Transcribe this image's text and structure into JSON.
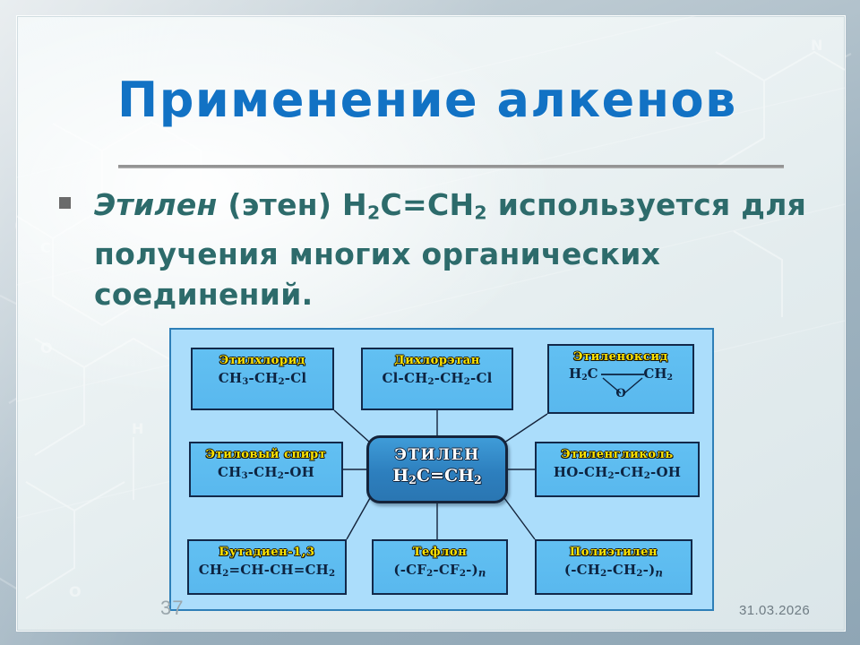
{
  "slide": {
    "title": "Применение алкенов",
    "bullet_marker": "square-bullet",
    "body_parts": {
      "lead": "Этилен",
      "rest_a": " (этен) H",
      "sub_1": "2",
      "rest_b": "C=CH",
      "sub_2": "2",
      "rest_c": " используется для получения многих органических соединений."
    },
    "page_number": "37",
    "date": "31.03.2026",
    "accent_color": "#1272c4",
    "body_color": "#2d6b6b",
    "diagram_panel_color": "#abddfb",
    "node_fill_color": "#59b8ee",
    "node_label_color": "#ffe400",
    "center_node_color": "#2d7fbe"
  },
  "diagram": {
    "center": {
      "name": "ЭТИЛЕН",
      "formula_a": "H",
      "sub_a": "2",
      "formula_b": "C=CH",
      "sub_b": "2"
    },
    "nodes": [
      {
        "id": "ethylchloride",
        "name": "Этилхлорид",
        "formula": "CH3-CH2-Cl"
      },
      {
        "id": "dichloroethane",
        "name": "Дихлорэтан",
        "formula": "Cl-CH2-CH2-Cl"
      },
      {
        "id": "ethyleneoxide",
        "name": "Этиленоксид",
        "formula": "H2C — CH2 / O"
      },
      {
        "id": "ethanol",
        "name": "Этиловый спирт",
        "formula": "CH3-CH2-OH"
      },
      {
        "id": "ethyleneglycol",
        "name": "Этиленгликоль",
        "formula": "HO-CH2-CH2-OH"
      },
      {
        "id": "butadiene",
        "name": "Бутадиен-1,3",
        "formula": "CH2=CH-CH=CH2"
      },
      {
        "id": "teflon",
        "name": "Тефлон",
        "formula": "(-CF2-CF2-)n"
      },
      {
        "id": "polyethylene",
        "name": "Полиэтилен",
        "formula": "(-CH2-CH2-)n"
      }
    ],
    "labels": {
      "ethylchloride_name": "Этилхлорид",
      "dichloroethane_name": "Дихлорэтан",
      "ethyleneoxide_name": "Этиленоксид",
      "ethanol_name": "Этиловый спирт",
      "ethyleneglycol_name": "Этиленгликоль",
      "butadiene_name": "Бутадиен-1,3",
      "teflon_name": "Тефлон",
      "polyethylene_name": "Полиэтилен",
      "epoxide_left": "H",
      "epoxide_left_sub": "2",
      "epoxide_left_rest": "C",
      "epoxide_right": "CH",
      "epoxide_right_sub": "2",
      "epoxide_oxygen": "O"
    }
  }
}
